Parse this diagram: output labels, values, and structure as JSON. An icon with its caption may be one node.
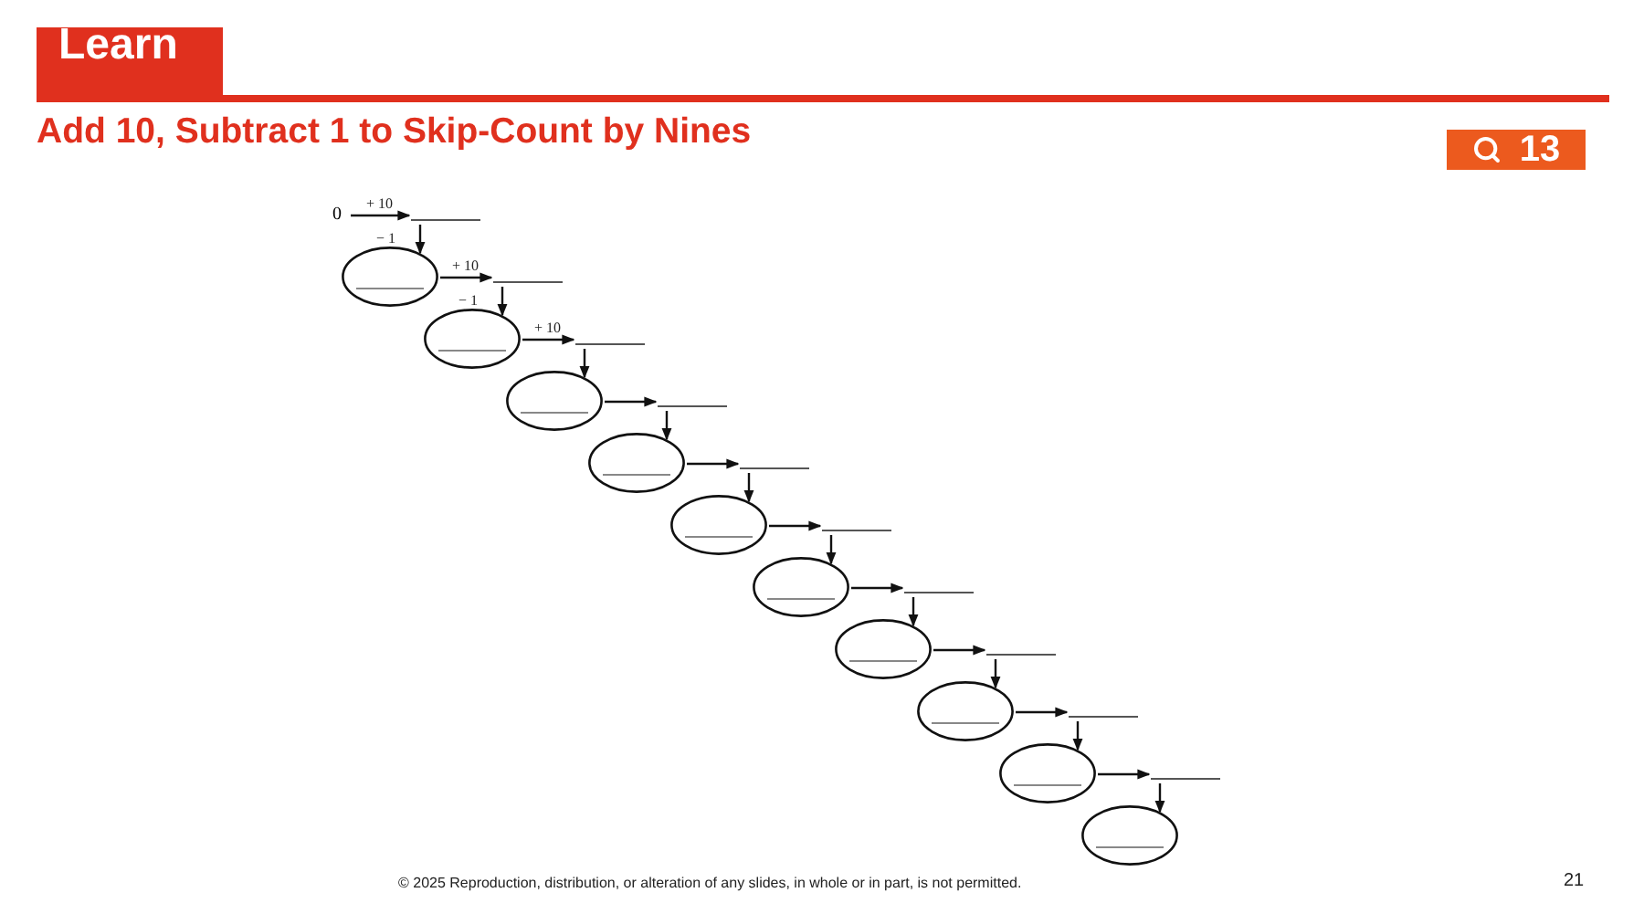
{
  "diagram": {
    "title": "Add 10, Subtract 1 to Skip-Count by Nines",
    "nodes": [
      {
        "text": [
          "0"
        ]
      },
      {
        "text": [],
        "shape": "line"
      },
      {
        "text": [],
        "shape": "ellipse"
      },
      {
        "text": [],
        "shape": "line"
      },
      {
        "text": [],
        "shape": "ellipse"
      },
      {
        "text": [],
        "shape": "line"
      },
      {
        "text": [],
        "shape": "ellipse"
      },
      {
        "text": [],
        "shape": "line"
      },
      {
        "text": [],
        "shape": "ellipse"
      },
      {
        "text": [],
        "shape": "line"
      },
      {
        "text": [],
        "shape": "ellipse"
      },
      {
        "text": [],
        "shape": "line"
      },
      {
        "text": [],
        "shape": "ellipse"
      },
      {
        "text": [],
        "shape": "line"
      },
      {
        "text": [],
        "shape": "ellipse"
      },
      {
        "text": [],
        "shape": "line"
      },
      {
        "text": [],
        "shape": "ellipse"
      },
      {
        "text": [],
        "shape": "line"
      },
      {
        "text": [],
        "shape": "ellipse"
      },
      {
        "text": [],
        "shape": "line"
      },
      {
        "text": [],
        "shape": "ellipse"
      }
    ],
    "edges": [
      {
        "from": 0,
        "to": 1,
        "arrow": "to",
        "label": "+ 10"
      },
      {
        "from": 1,
        "to": 2,
        "arrow": "to",
        "label": "− 1"
      },
      {
        "from": 2,
        "to": 3,
        "arrow": "to",
        "label": "+ 10"
      },
      {
        "from": 3,
        "to": 4,
        "arrow": "to",
        "label": "− 1"
      },
      {
        "from": 4,
        "to": 5,
        "arrow": "to",
        "label": "+ 10"
      },
      {
        "from": 5,
        "to": 6,
        "arrow": "to"
      },
      {
        "from": 6,
        "to": 7,
        "arrow": "to"
      },
      {
        "from": 7,
        "to": 8,
        "arrow": "to"
      },
      {
        "from": 8,
        "to": 9,
        "arrow": "to"
      },
      {
        "from": 9,
        "to": 10,
        "arrow": "to"
      },
      {
        "from": 10,
        "to": 11,
        "arrow": "to"
      },
      {
        "from": 11,
        "to": 12,
        "arrow": "to"
      },
      {
        "from": 12,
        "to": 13,
        "arrow": "to"
      },
      {
        "from": 13,
        "to": 14,
        "arrow": "to"
      },
      {
        "from": 14,
        "to": 15,
        "arrow": "to"
      },
      {
        "from": 15,
        "to": 16,
        "arrow": "to"
      },
      {
        "from": 16,
        "to": 17,
        "arrow": "to"
      },
      {
        "from": 17,
        "to": 18,
        "arrow": "to"
      },
      {
        "from": 18,
        "to": 19,
        "arrow": "to"
      },
      {
        "from": 19,
        "to": 20,
        "arrow": "to"
      }
    ],
    "labels": [
      "Learn",
      "13",
      "© 2025 Reproduction, distribution, or alteration of any slides, in whole or in part, is not permitted.",
      "21"
    ]
  }
}
